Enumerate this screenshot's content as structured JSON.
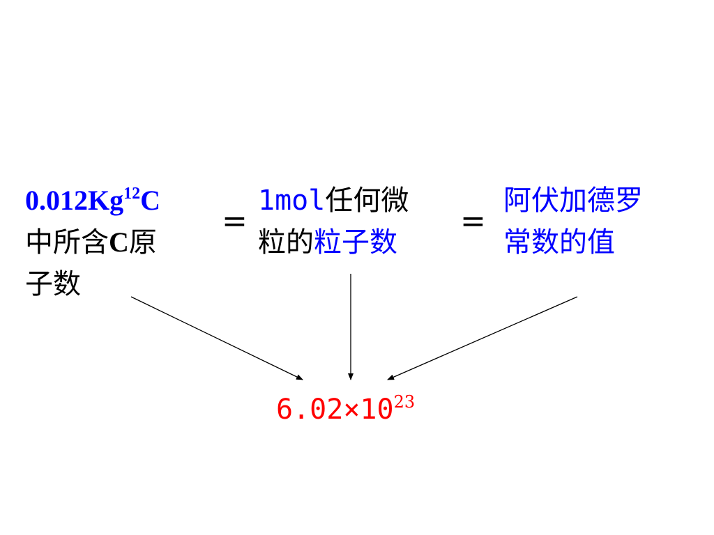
{
  "left": {
    "line1_num": "0.012Kg",
    "line1_sup": "12",
    "line1_c": "C",
    "line2_a": "中所含",
    "line2_c": "C",
    "line2_b": "原",
    "line3": "子数"
  },
  "middle": {
    "line1_mol": "1mol",
    "line1_rest": "任何微",
    "line2_a": "粒的",
    "line2_b": "粒子数"
  },
  "right": {
    "line1": "阿伏加德罗",
    "line2": "常数的值"
  },
  "equals_1": "=",
  "equals_2": "=",
  "result": {
    "base": "6.02×10",
    "exp": "23"
  },
  "colors": {
    "blue": "#0000ff",
    "red": "#ff0000",
    "black": "#000000"
  }
}
